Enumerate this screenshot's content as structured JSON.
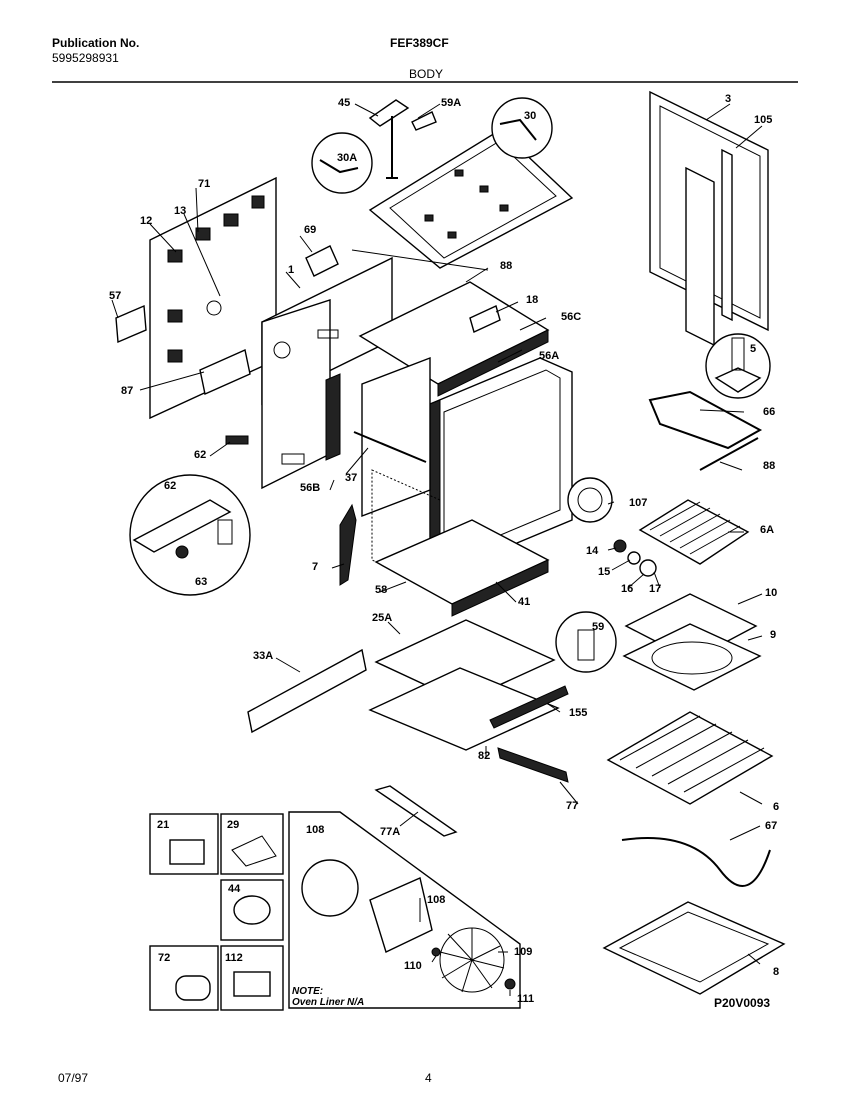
{
  "header": {
    "publication_label": "Publication No.",
    "publication_number": "5995298931",
    "model": "FEF389CF",
    "section": "BODY"
  },
  "footer": {
    "date": "07/97",
    "page": "4",
    "drawing_code": "P20V0093"
  },
  "note": {
    "line1": "NOTE:",
    "line2": "Oven Liner N/A"
  },
  "labels": {
    "l45": "45",
    "l59A": "59A",
    "l30": "30",
    "l3": "3",
    "l105": "105",
    "l30A": "30A",
    "l71": "71",
    "l12": "12",
    "l13": "13",
    "l69": "69",
    "l1": "1",
    "l88a": "88",
    "l18": "18",
    "l57": "57",
    "l56C": "56C",
    "l56A": "56A",
    "l5": "5",
    "l87": "87",
    "l66": "66",
    "l88b": "88",
    "l62a": "62",
    "l37": "37",
    "l56B": "56B",
    "l62b": "62",
    "l107": "107",
    "l6A": "6A",
    "l14": "14",
    "l15": "15",
    "l16": "16",
    "l17": "17",
    "l63": "63",
    "l7": "7",
    "l58": "58",
    "l41": "41",
    "l59": "59",
    "l10": "10",
    "l25A": "25A",
    "l9": "9",
    "l33A": "33A",
    "l155": "155",
    "l82": "82",
    "l77": "77",
    "l6": "6",
    "l77A": "77A",
    "l67": "67",
    "l21": "21",
    "l29": "29",
    "l108a": "108",
    "l44": "44",
    "l108b": "108",
    "l109": "109",
    "l110": "110",
    "l72": "72",
    "l112": "112",
    "l111": "111",
    "l8": "8"
  }
}
